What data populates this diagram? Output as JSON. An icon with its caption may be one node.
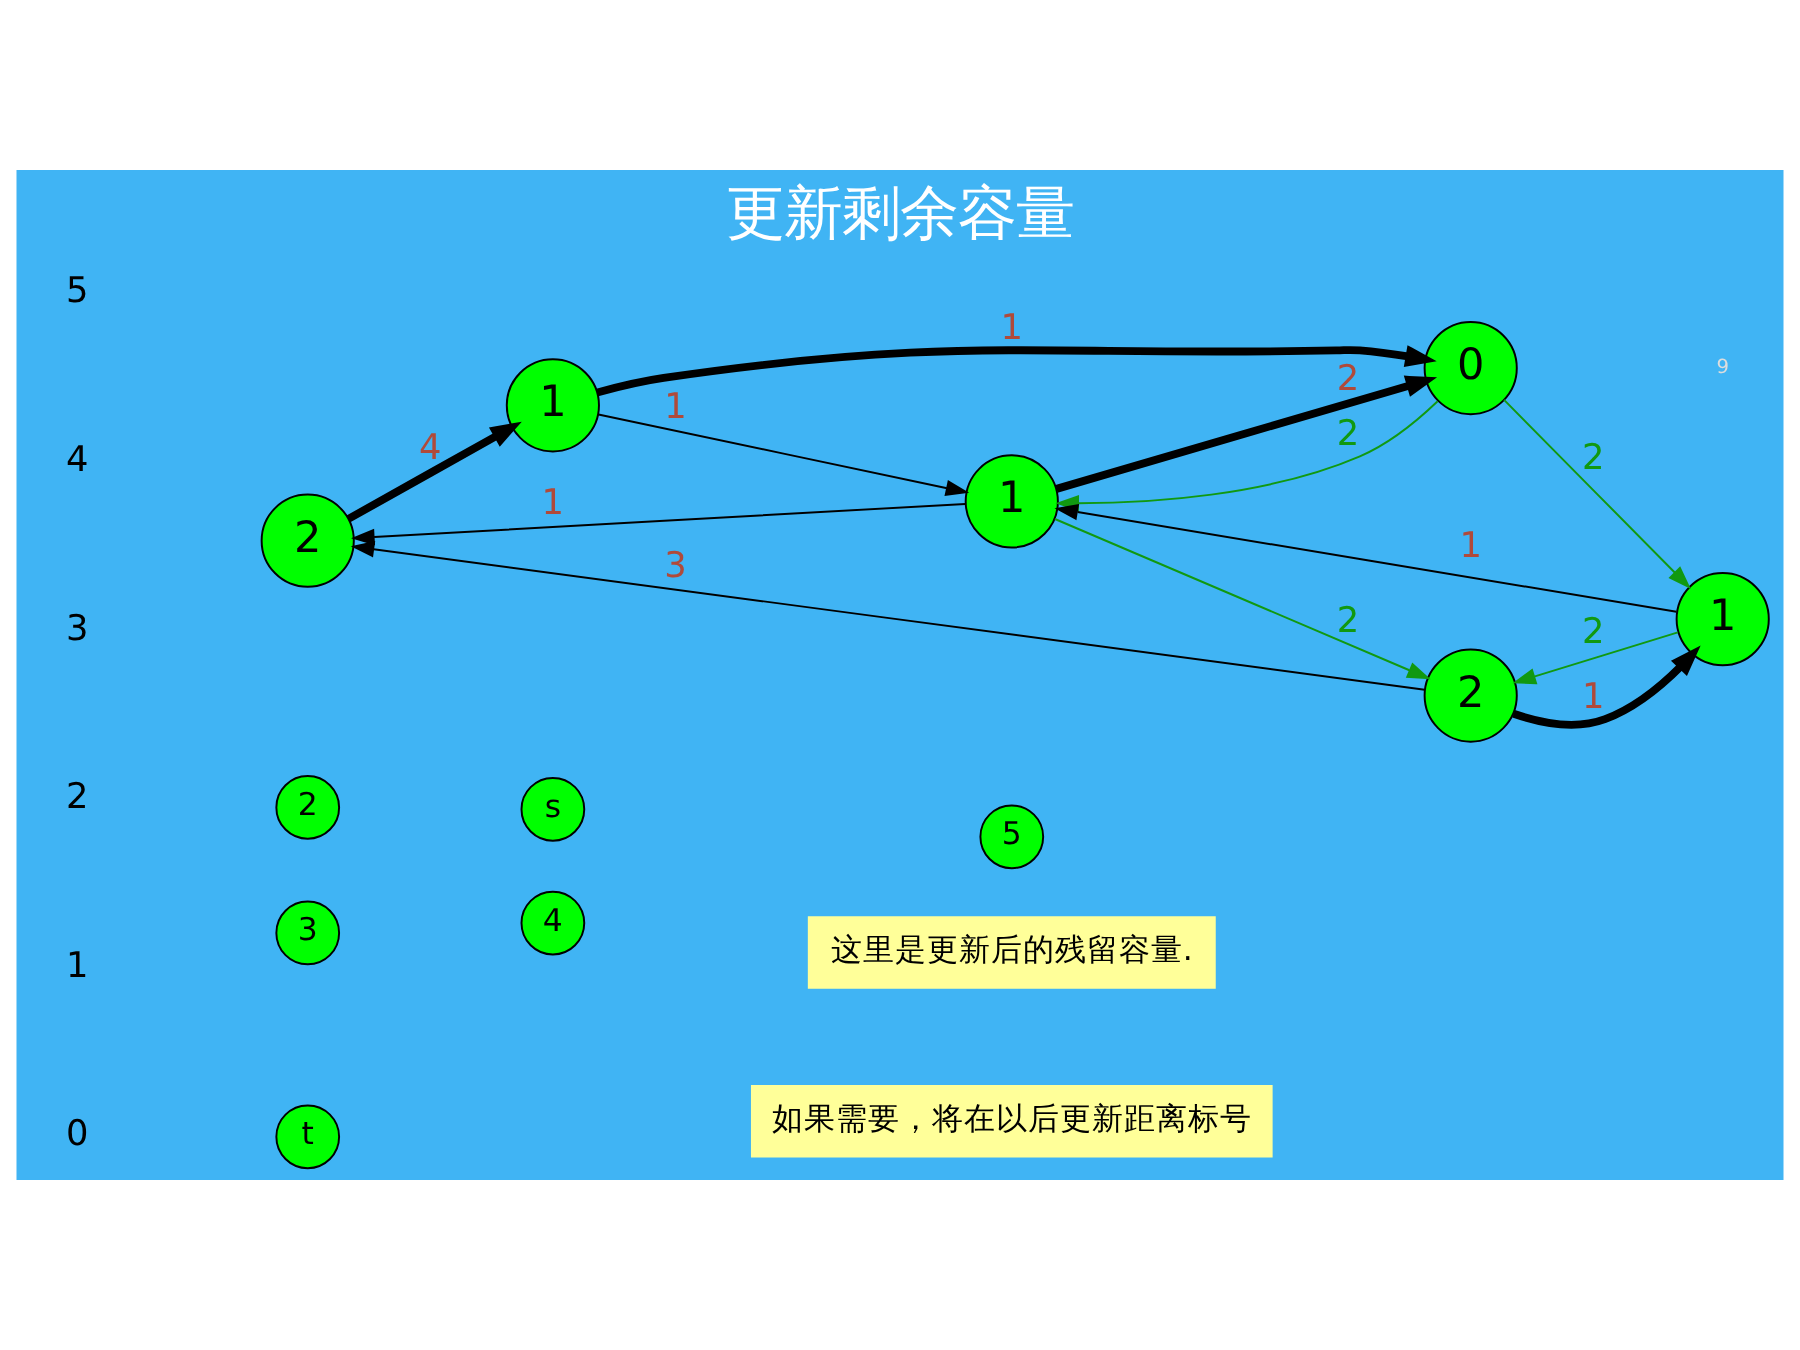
{
  "diagram": {
    "title": "更新剩余容量",
    "nodes": [
      {
        "text": [
          "2"
        ]
      },
      {
        "text": [
          "1"
        ]
      },
      {
        "text": [
          "2"
        ]
      },
      {
        "text": [
          "1"
        ]
      },
      {
        "text": [
          "0"
        ]
      },
      {
        "text": [
          "1"
        ]
      },
      {
        "text": [
          "2"
        ]
      },
      {
        "text": [
          "s"
        ]
      },
      {
        "text": [
          "3"
        ]
      },
      {
        "text": [
          "4"
        ]
      },
      {
        "text": [
          "5"
        ]
      },
      {
        "text": [
          "t"
        ]
      },
      {
        "text": [
          "这里是更新后的残留容量."
        ]
      },
      {
        "text": [
          "如果需要，将在以后更新距离标号"
        ]
      }
    ],
    "edges": [
      {
        "from": 2,
        "to": 0,
        "arrow": "to",
        "label": "3"
      },
      {
        "from": 0,
        "to": 1,
        "arrow": "to",
        "label": "4",
        "style": "thick"
      },
      {
        "from": 3,
        "to": 0,
        "arrow": "to",
        "label": "1"
      },
      {
        "from": 1,
        "to": 3,
        "arrow": "to",
        "label": "1"
      },
      {
        "from": 1,
        "to": 4,
        "arrow": "to",
        "label": "1",
        "style": "thick"
      },
      {
        "from": 3,
        "to": 4,
        "arrow": "to",
        "label": "2",
        "style": "thick"
      },
      {
        "from": 4,
        "to": 3,
        "arrow": "to",
        "label": "2",
        "color": "#119911"
      },
      {
        "from": 3,
        "to": 2,
        "arrow": "to",
        "label": "2",
        "color": "#119911"
      },
      {
        "from": 2,
        "to": 5,
        "arrow": "to",
        "label": "1",
        "style": "thick"
      },
      {
        "from": 5,
        "to": 2,
        "arrow": "to",
        "label": "2",
        "color": "#119911"
      },
      {
        "from": 5,
        "to": 3,
        "arrow": "to",
        "label": "1"
      },
      {
        "from": 4,
        "to": 5,
        "arrow": "to",
        "label": "2",
        "color": "#119911"
      }
    ],
    "labels": [
      "5",
      "4",
      "3",
      "2",
      "1",
      "0",
      "9"
    ]
  }
}
